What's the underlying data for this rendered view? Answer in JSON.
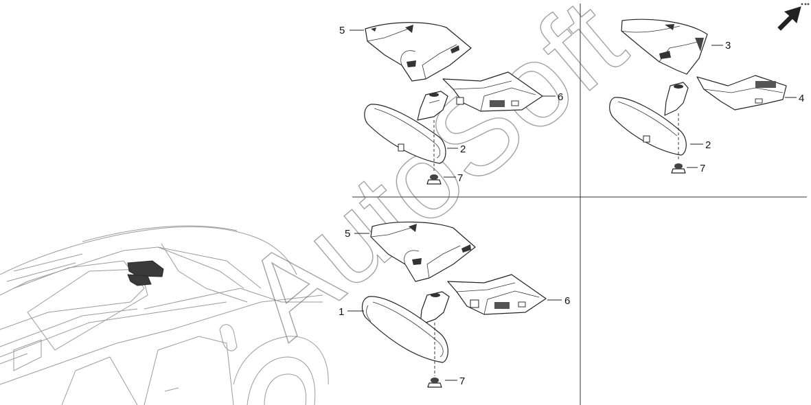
{
  "watermark": "AutoSoft",
  "callouts": {
    "p1": {
      "five": "5",
      "six": "6",
      "two": "2",
      "seven": "7"
    },
    "p2": {
      "three": "3",
      "four": "4",
      "two": "2",
      "seven": "7"
    },
    "p3": {
      "five": "5",
      "six": "6",
      "one": "1",
      "seven": "7"
    }
  },
  "colors": {
    "line": "#222222",
    "part_fill": "#ffffff",
    "dark": "#333333",
    "car": "#9a9a9a",
    "divider": "#333333"
  },
  "icons": {
    "orientation": "front-direction-arrow-icon"
  }
}
